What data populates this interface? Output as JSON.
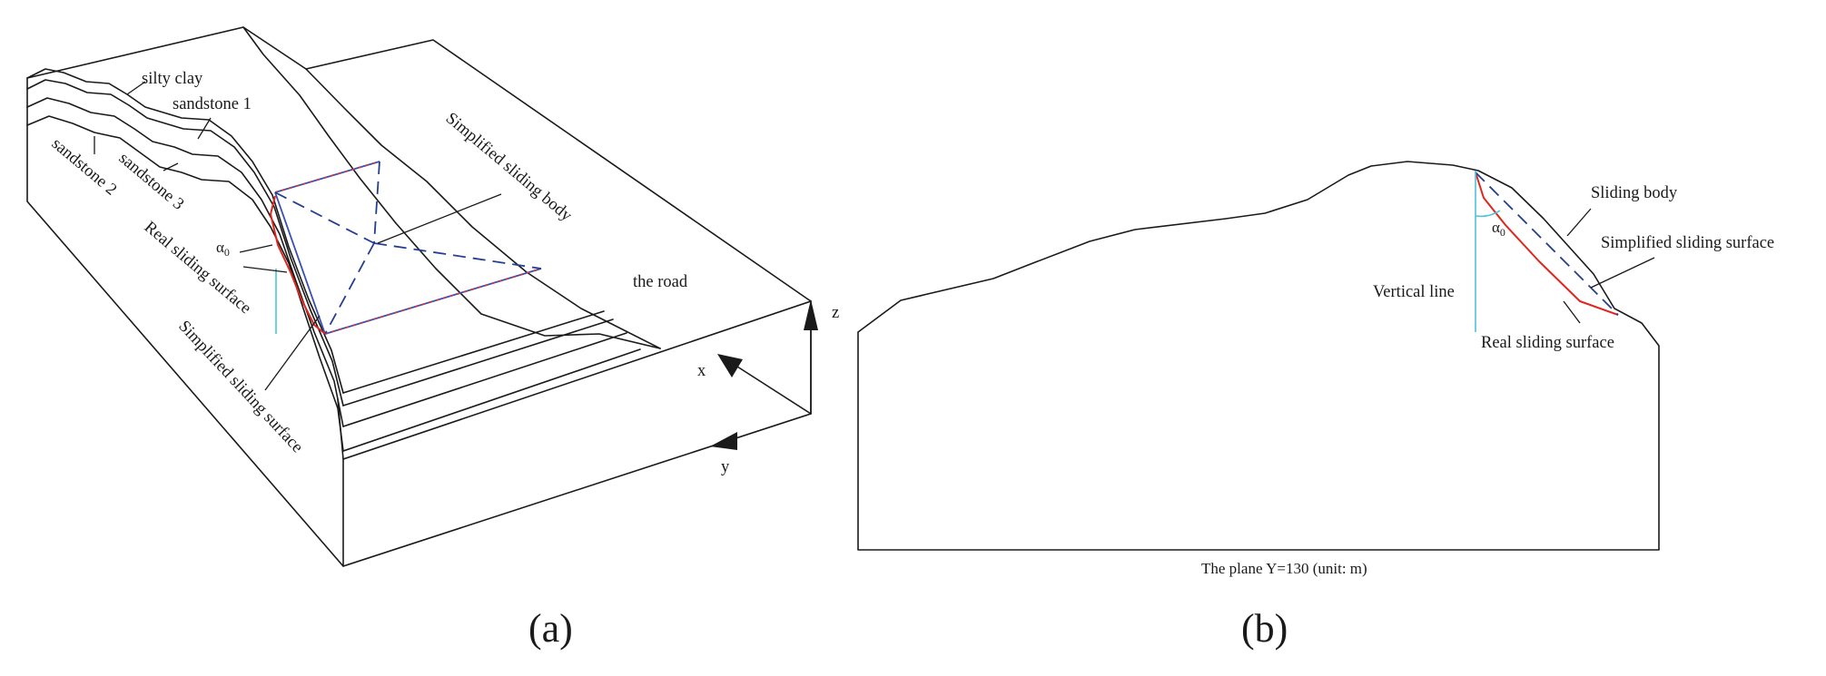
{
  "figure_a": {
    "layers": {
      "silty_clay": "silty clay",
      "sandstone_1": "sandstone 1",
      "sandstone_2": "sandstone 2",
      "sandstone_3": "sandstone 3"
    },
    "simplified_sliding_body": "Simplified sliding body",
    "the_road": "the road",
    "real_sliding_surface": "Real sliding surface",
    "simplified_sliding_surface": "Simplified sliding surface",
    "alpha_symbol": "α",
    "alpha_subscript": "0",
    "axes": {
      "x": "x",
      "y": "y",
      "z": "z"
    },
    "caption": "(a)"
  },
  "figure_b": {
    "sliding_body": "Sliding body",
    "simplified_sliding_surface": "Simplified sliding surface",
    "vertical_line": "Vertical line",
    "real_sliding_surface": "Real sliding surface",
    "alpha_symbol": "α",
    "alpha_subscript": "0",
    "plane_caption": "The plane Y=130 (unit: m)",
    "caption": "(b)"
  },
  "colors": {
    "real_surface": "#e0261c",
    "vertical_line": "#4ec3dc",
    "simplified_surface": "#243f8f"
  }
}
